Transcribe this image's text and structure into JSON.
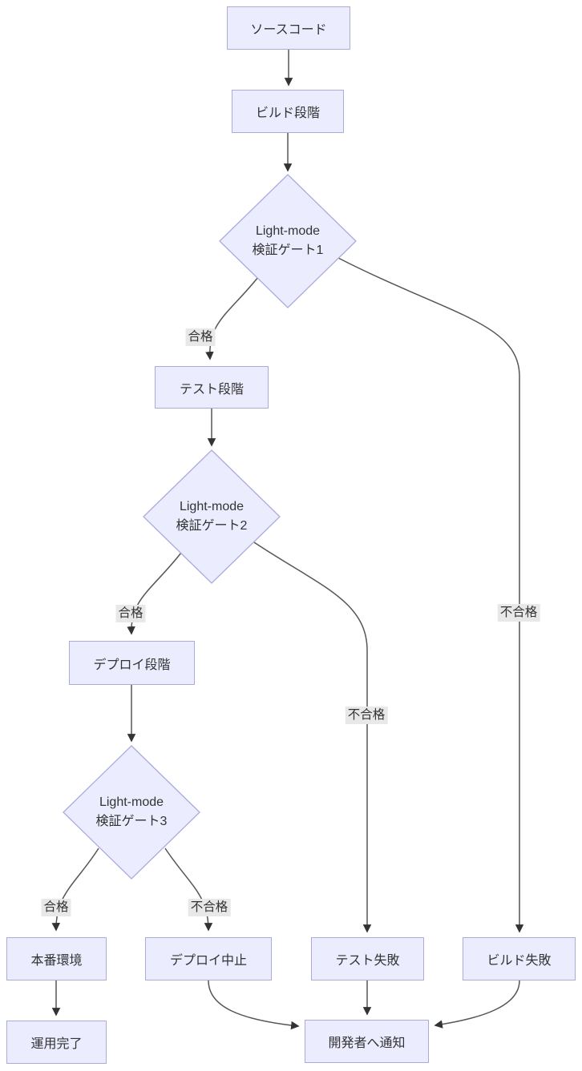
{
  "nodes": {
    "source": {
      "label": "ソースコード"
    },
    "build": {
      "label": "ビルド段階"
    },
    "gate1": {
      "line1": "Light-mode",
      "line2": "検証ゲート1"
    },
    "test": {
      "label": "テスト段階"
    },
    "gate2": {
      "line1": "Light-mode",
      "line2": "検証ゲート2"
    },
    "deploy": {
      "label": "デプロイ段階"
    },
    "gate3": {
      "line1": "Light-mode",
      "line2": "検証ゲート3"
    },
    "production": {
      "label": "本番環境"
    },
    "abort": {
      "label": "デプロイ中止"
    },
    "test_fail": {
      "label": "テスト失敗"
    },
    "build_fail": {
      "label": "ビルド失敗"
    },
    "complete": {
      "label": "運用完了"
    },
    "notify": {
      "label": "開発者へ通知"
    }
  },
  "edge_labels": {
    "gate1_pass": "合格",
    "gate1_fail": "不合格",
    "gate2_pass": "合格",
    "gate2_fail": "不合格",
    "gate3_pass": "合格",
    "gate3_fail": "不合格"
  },
  "colors": {
    "node_fill": "#ECECFF",
    "node_border": "#AAAADD",
    "edge_line": "#555555",
    "arrowhead": "#333333",
    "edge_label_bg": "#e8e8e8",
    "text": "#333333"
  }
}
